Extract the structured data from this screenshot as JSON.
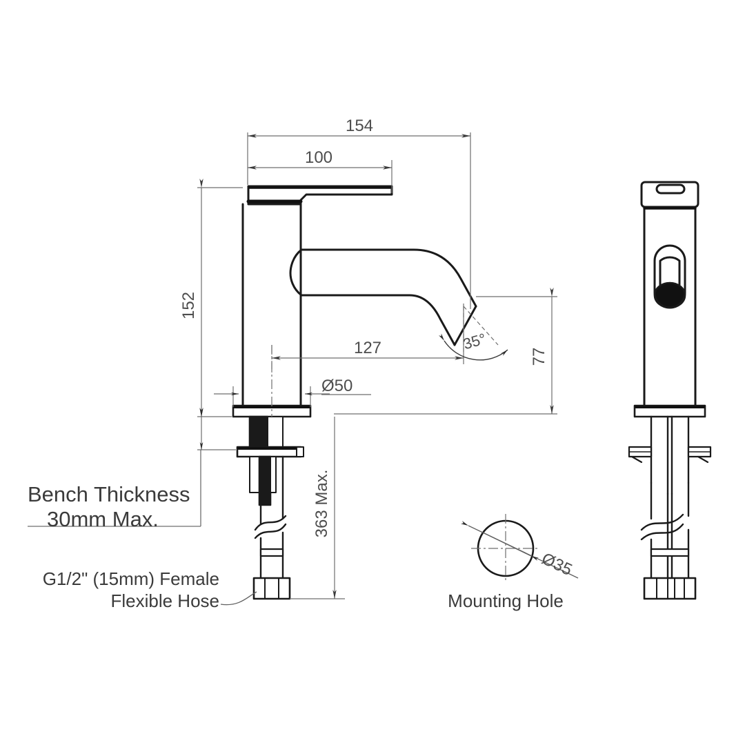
{
  "drawing": {
    "title": "Basin Mixer Tap Dimensional Drawing",
    "background_color": "#ffffff",
    "line_color": "#1a1a1a",
    "dimension_color": "#6d6d6d",
    "text_color": "#3b3b3b"
  },
  "dimensions": {
    "overall_length": "154",
    "handle_length": "100",
    "overall_height": "152",
    "spout_reach": "127",
    "spout_height": "77",
    "spout_angle": "35°",
    "base_diameter": "Ø50",
    "hose_length": "363 Max.",
    "mounting_hole_diameter": "Ø35"
  },
  "notes": {
    "bench_line1": "Bench Thickness",
    "bench_line2": "30mm Max.",
    "hose_line1": "G1/2\" (15mm) Female",
    "hose_line2": "Flexible Hose",
    "mounting_hole_label": "Mounting Hole"
  },
  "views": {
    "front_view": "front-elevation",
    "side_view": "side-elevation",
    "detail_view": "mounting-hole-detail"
  }
}
